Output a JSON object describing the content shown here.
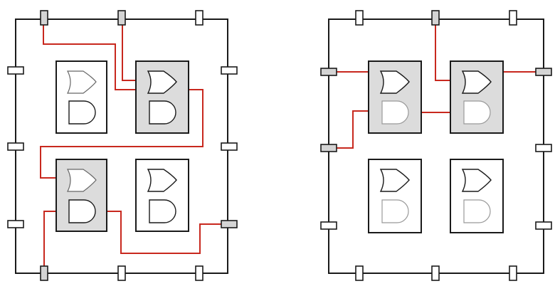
{
  "colors": {
    "background": "#ffffff",
    "outline": "#1a1a1a",
    "wire": "#c8281e",
    "used_fill": "#dcdcdc",
    "unused_fill": "#ffffff",
    "used_pad_fill": "#d4d4d4"
  },
  "diagrams": [
    {
      "name": "left-layout",
      "used_blocks": [
        "top-right",
        "bottom-left"
      ],
      "used_pads": [
        "top-1",
        "top-2",
        "right-3",
        "bottom-1"
      ],
      "nets": 3
    },
    {
      "name": "right-layout",
      "used_blocks": [
        "top-left",
        "top-right"
      ],
      "used_pads": [
        "top-2",
        "left-1",
        "left-2",
        "right-1"
      ],
      "nets": 4
    }
  ],
  "icons": [
    "or-gate-icon",
    "and-gate-icon",
    "io-pad-icon",
    "logic-block-icon"
  ]
}
